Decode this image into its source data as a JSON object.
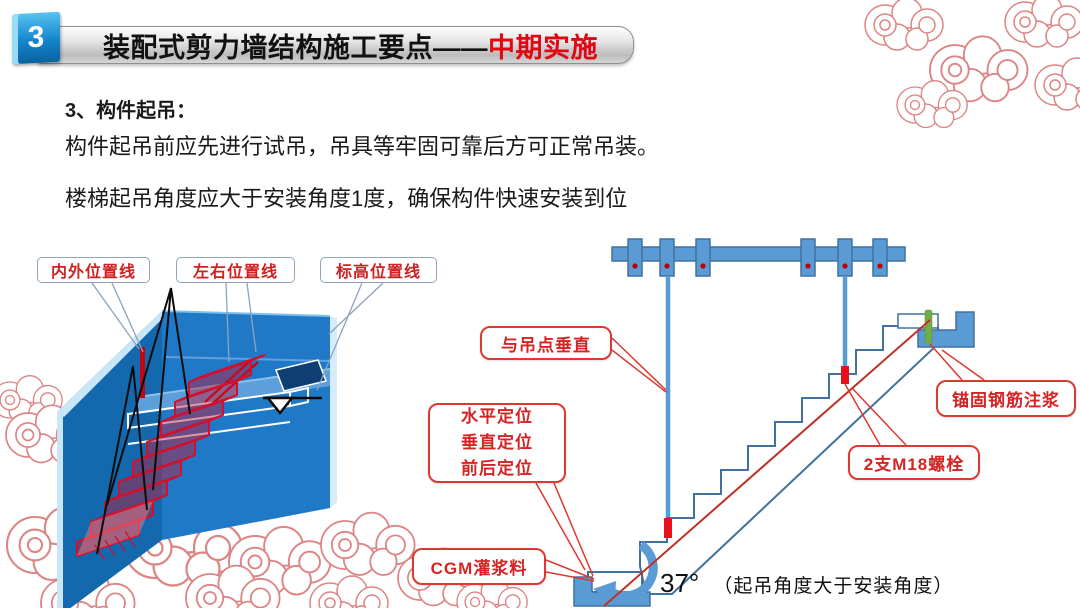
{
  "header": {
    "badge": "3",
    "title_black": "装配式剪力墙结构施工要点——",
    "title_red": "中期实施"
  },
  "body": {
    "heading": "3、构件起吊：",
    "line1": "构件起吊前应先进行试吊，吊具等牢固可靠后方可正常吊装。",
    "line2": "楼梯起吊角度应大于安装角度1度，确保构件快速安装到位"
  },
  "left_diagram": {
    "labels": [
      "内外位置线",
      "左右位置线",
      "标高位置线"
    ]
  },
  "right_diagram": {
    "perpendicular": "与吊点垂直",
    "positioning": [
      "水平定位",
      "垂直定位",
      "前后定位"
    ],
    "grout": "CGM灌浆料",
    "anchor": "锚固钢筋注浆",
    "bolts": "2支M18螺栓",
    "angle_value": "37°",
    "angle_note": "（起吊角度大于安装角度）"
  },
  "colors": {
    "title_red": "#e30613",
    "callout_red": "#d42424",
    "structure_blue": "#2079c7",
    "component_blue": "#5b9bd5",
    "stair_red": "#d1102f",
    "anchor_green": "#72ae46",
    "cloud_pink": "#dd8484"
  }
}
